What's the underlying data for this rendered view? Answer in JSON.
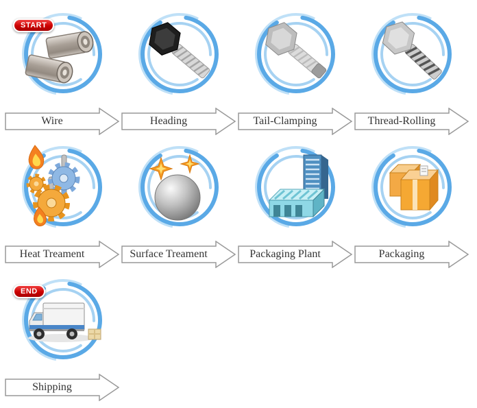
{
  "page": {
    "background": "#ffffff"
  },
  "flow": {
    "steps": [
      {
        "label": "Wire",
        "icon": "wire-rolls-icon",
        "badge": "START"
      },
      {
        "label": "Heading",
        "icon": "bolt-black-head-icon"
      },
      {
        "label": "Tail-Clamping",
        "icon": "bolt-gray-icon"
      },
      {
        "label": "Thread-Rolling",
        "icon": "bolt-threaded-icon"
      },
      {
        "label": "Heat Treament",
        "icon": "gears-flames-icon"
      },
      {
        "label": "Surface Treament",
        "icon": "sphere-sparks-icon"
      },
      {
        "label": "Packaging Plant",
        "icon": "factory-buildings-icon"
      },
      {
        "label": "Packaging",
        "icon": "cardboard-boxes-icon"
      },
      {
        "label": "Shipping",
        "icon": "delivery-truck-icon",
        "badge": "END"
      }
    ],
    "colors": {
      "ring_blue": "#5aa9e6",
      "ring_light": "#a6d2f2",
      "badge_red": "#cc0000",
      "arrow_border": "#999999",
      "label_text": "#333333",
      "accent_orange": "#f4a93c"
    }
  }
}
